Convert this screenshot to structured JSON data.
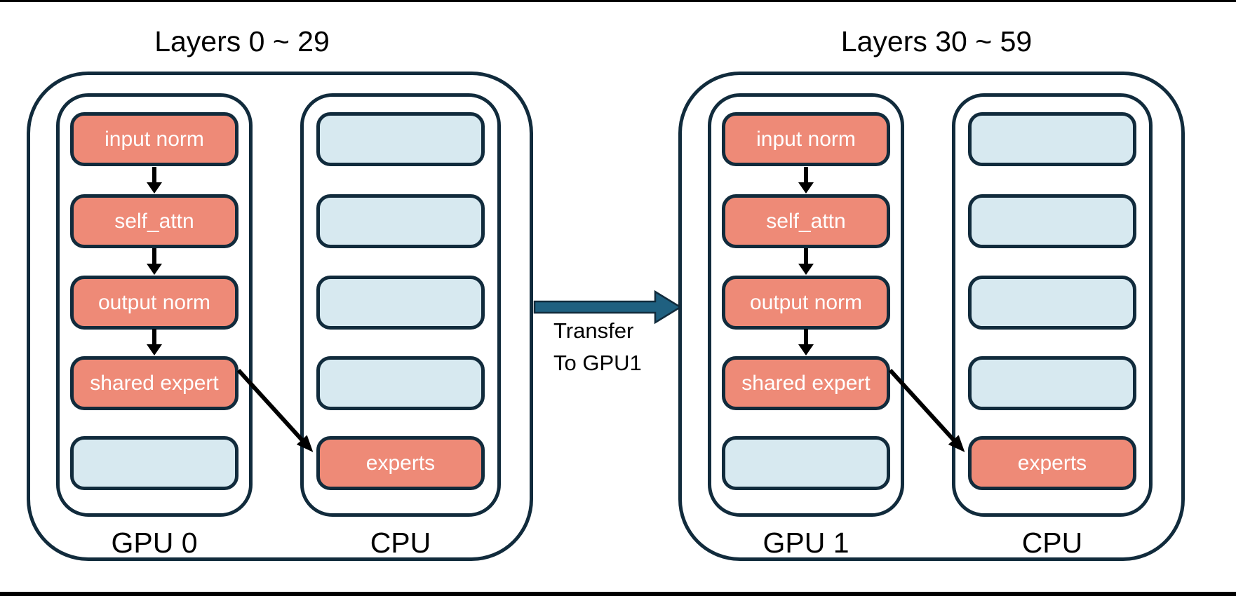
{
  "palette": {
    "outline": "#112b3c",
    "salmon": "#ee8a77",
    "light_blue": "#d7e9f0",
    "transfer_arrow_fill": "#1f6080",
    "box_text": "#ffffff",
    "label_text": "#000000",
    "frame_line": "#000000"
  },
  "groups": [
    {
      "title": "Layers 0 ~ 29",
      "device_label": "GPU 0",
      "host_label": "CPU",
      "gpu_boxes": [
        "input norm",
        "self_attn",
        "output norm",
        "shared expert",
        ""
      ],
      "cpu_boxes": [
        "",
        "",
        "",
        "",
        "experts"
      ]
    },
    {
      "title": "Layers 30 ~ 59",
      "device_label": "GPU 1",
      "host_label": "CPU",
      "gpu_boxes": [
        "input norm",
        "self_attn",
        "output norm",
        "shared expert",
        ""
      ],
      "cpu_boxes": [
        "",
        "",
        "",
        "",
        "experts"
      ]
    }
  ],
  "transfer": {
    "line1": "Transfer",
    "line2": "To GPU1"
  }
}
